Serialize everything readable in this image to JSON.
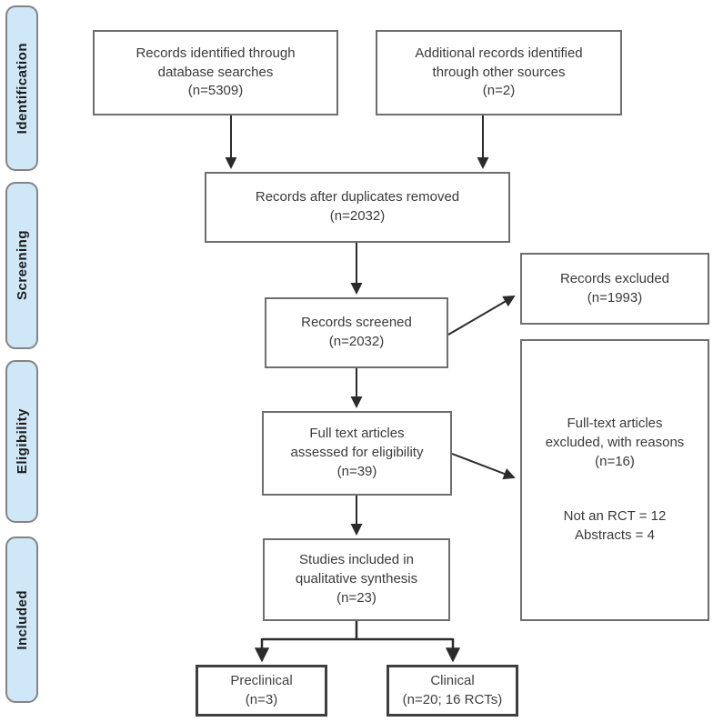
{
  "sidebar": {
    "phases": [
      {
        "label": "Identification"
      },
      {
        "label": "Screening"
      },
      {
        "label": "Eligibility"
      },
      {
        "label": "Included"
      }
    ]
  },
  "boxes": {
    "database_records": {
      "text": "Records identified through\ndatabase searches\n(n=5309)"
    },
    "additional_records": {
      "text": "Additional records identified\nthrough other sources\n(n=2)"
    },
    "duplicates_removed": {
      "text": "Records after duplicates removed\n(n=2032)"
    },
    "records_screened": {
      "text": "Records screened\n(n=2032)"
    },
    "records_excluded": {
      "text": "Records excluded\n(n=1993)"
    },
    "fulltext_assessed": {
      "text": "Full text articles\nassessed for eligibility\n(n=39)"
    },
    "fulltext_excluded": {
      "text": "Full-text articles\nexcluded, with reasons\n(n=16)",
      "reasons": "Not an RCT = 12\nAbstracts = 4"
    },
    "qualitative_synthesis": {
      "text": "Studies included in\nqualitative synthesis\n(n=23)"
    },
    "preclinical": {
      "text": "Preclinical\n(n=3)"
    },
    "clinical": {
      "text": "Clinical\n(n=20; 16 RCTs)"
    }
  },
  "colors": {
    "phase_fill": "#cfe7f7",
    "phase_border": "#848484",
    "box_border": "#6e6e6e",
    "heavy_box_border": "#3f3f3f",
    "arrow": "#2b2b2b",
    "text": "#3a3a3a",
    "background": "#ffffff"
  }
}
